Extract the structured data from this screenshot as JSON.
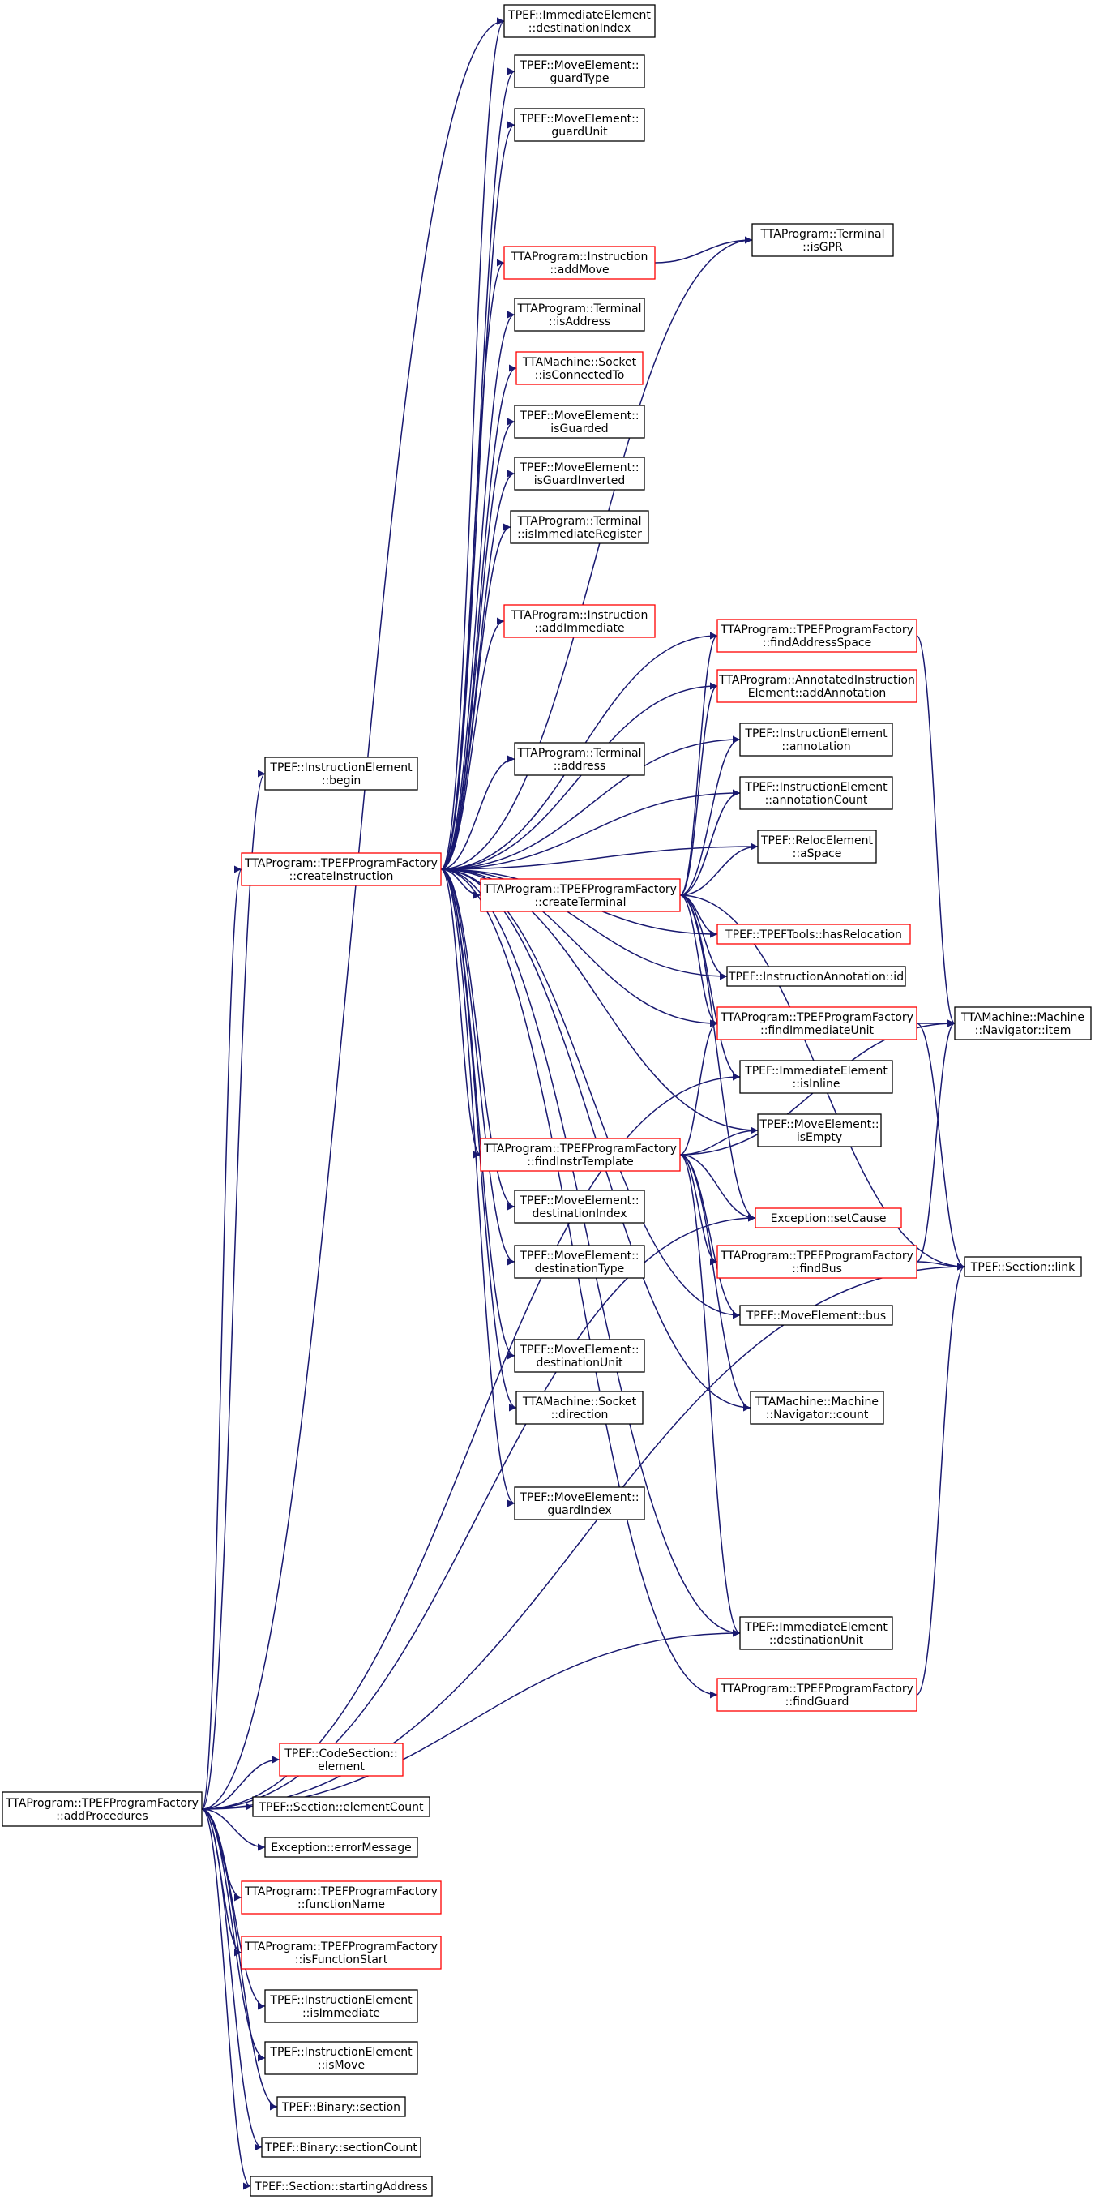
{
  "colors": {
    "edge": "#191970",
    "box_black": "#000000",
    "box_red": "#ff0000",
    "root_fill": "#bfbfbf",
    "background": "#ffffff"
  },
  "nodes": {
    "ie_destinationIndex": [
      "TPEF::ImmediateElement",
      "::destinationIndex"
    ],
    "me_guardType": [
      "TPEF::MoveElement::",
      "guardType"
    ],
    "me_guardUnit": [
      "TPEF::MoveElement::",
      "guardUnit"
    ],
    "term_isGPR": [
      "TTAProgram::Terminal",
      "::isGPR"
    ],
    "inst_addMove": [
      "TTAProgram::Instruction",
      "::addMove"
    ],
    "term_isAddress": [
      "TTAProgram::Terminal",
      "::isAddress"
    ],
    "sock_isConnectedTo": [
      "TTAMachine::Socket",
      "::isConnectedTo"
    ],
    "me_isGuarded": [
      "TPEF::MoveElement::",
      "isGuarded"
    ],
    "me_isGuardInverted": [
      "TPEF::MoveElement::",
      "isGuardInverted"
    ],
    "term_isImmediateRegister": [
      "TTAProgram::Terminal",
      "::isImmediateRegister"
    ],
    "inst_addImmediate": [
      "TTAProgram::Instruction",
      "::addImmediate"
    ],
    "fac_findAddressSpace": [
      "TTAProgram::TPEFProgramFactory",
      "::findAddressSpace"
    ],
    "ann_addAnnotation": [
      "TTAProgram::AnnotatedInstruction",
      "Element::addAnnotation"
    ],
    "insel_begin": [
      "TPEF::InstructionElement",
      "::begin"
    ],
    "insel_annotation": [
      "TPEF::InstructionElement",
      "::annotation"
    ],
    "term_address": [
      "TTAProgram::Terminal",
      "::address"
    ],
    "insel_annotationCount": [
      "TPEF::InstructionElement",
      "::annotationCount"
    ],
    "reloc_aSpace": [
      "TPEF::RelocElement",
      "::aSpace"
    ],
    "fac_createInstruction": [
      "TTAProgram::TPEFProgramFactory",
      "::createInstruction"
    ],
    "fac_createTerminal": [
      "TTAProgram::TPEFProgramFactory",
      "::createTerminal"
    ],
    "tools_hasRelocation": [
      "TPEF::TPEFTools::hasRelocation"
    ],
    "insann_id": [
      "TPEF::InstructionAnnotation::id"
    ],
    "fac_findImmediateUnit": [
      "TTAProgram::TPEFProgramFactory",
      "::findImmediateUnit"
    ],
    "nav_item": [
      "TTAMachine::Machine",
      "::Navigator::item"
    ],
    "ie_isInline": [
      "TPEF::ImmediateElement",
      "::isInline"
    ],
    "me_isEmpty": [
      "TPEF::MoveElement::",
      "isEmpty"
    ],
    "fac_findInstrTemplate": [
      "TTAProgram::TPEFProgramFactory",
      "::findInstrTemplate"
    ],
    "me_destinationIndex": [
      "TPEF::MoveElement::",
      "destinationIndex"
    ],
    "exc_setCause": [
      "Exception::setCause"
    ],
    "fac_findBus": [
      "TTAProgram::TPEFProgramFactory",
      "::findBus"
    ],
    "sec_link": [
      "TPEF::Section::link"
    ],
    "me_destinationType": [
      "TPEF::MoveElement::",
      "destinationType"
    ],
    "me_bus": [
      "TPEF::MoveElement::bus"
    ],
    "me_destinationUnit": [
      "TPEF::MoveElement::",
      "destinationUnit"
    ],
    "sock_direction": [
      "TTAMachine::Socket",
      "::direction"
    ],
    "nav_count": [
      "TTAMachine::Machine",
      "::Navigator::count"
    ],
    "me_guardIndex": [
      "TPEF::MoveElement::",
      "guardIndex"
    ],
    "ie_destinationUnit": [
      "TPEF::ImmediateElement",
      "::destinationUnit"
    ],
    "fac_findGuard": [
      "TTAProgram::TPEFProgramFactory",
      "::findGuard"
    ],
    "cs_element": [
      "TPEF::CodeSection::",
      "element"
    ],
    "root": [
      "TTAProgram::TPEFProgramFactory",
      "::addProcedures"
    ],
    "sec_elementCount": [
      "TPEF::Section::elementCount"
    ],
    "exc_errorMessage": [
      "Exception::errorMessage"
    ],
    "fac_functionName": [
      "TTAProgram::TPEFProgramFactory",
      "::functionName"
    ],
    "fac_isFunctionStart": [
      "TTAProgram::TPEFProgramFactory",
      "::isFunctionStart"
    ],
    "insel_isImmediate": [
      "TPEF::InstructionElement",
      "::isImmediate"
    ],
    "insel_isMove": [
      "TPEF::InstructionElement",
      "::isMove"
    ],
    "bin_section": [
      "TPEF::Binary::section"
    ],
    "bin_sectionCount": [
      "TPEF::Binary::sectionCount"
    ],
    "sec_startingAddress": [
      "TPEF::Section::startingAddress"
    ]
  },
  "edges": [
    [
      "root",
      "insel_begin"
    ],
    [
      "root",
      "fac_createInstruction"
    ],
    [
      "root",
      "cs_element"
    ],
    [
      "root",
      "sec_elementCount"
    ],
    [
      "root",
      "exc_errorMessage"
    ],
    [
      "root",
      "fac_functionName"
    ],
    [
      "root",
      "fac_isFunctionStart"
    ],
    [
      "root",
      "insel_isImmediate"
    ],
    [
      "root",
      "insel_isMove"
    ],
    [
      "root",
      "bin_section"
    ],
    [
      "root",
      "bin_sectionCount"
    ],
    [
      "root",
      "sec_startingAddress"
    ],
    [
      "root",
      "ie_destinationIndex"
    ],
    [
      "root",
      "sec_link"
    ],
    [
      "root",
      "ie_destinationUnit"
    ],
    [
      "root",
      "ie_isInline"
    ],
    [
      "root",
      "exc_setCause"
    ],
    [
      "fac_createInstruction",
      "ie_destinationIndex"
    ],
    [
      "fac_createInstruction",
      "me_guardType"
    ],
    [
      "fac_createInstruction",
      "me_guardUnit"
    ],
    [
      "fac_createInstruction",
      "term_isGPR"
    ],
    [
      "fac_createInstruction",
      "inst_addMove"
    ],
    [
      "fac_createInstruction",
      "term_isAddress"
    ],
    [
      "fac_createInstruction",
      "sock_isConnectedTo"
    ],
    [
      "fac_createInstruction",
      "me_isGuarded"
    ],
    [
      "fac_createInstruction",
      "me_isGuardInverted"
    ],
    [
      "fac_createInstruction",
      "term_isImmediateRegister"
    ],
    [
      "fac_createInstruction",
      "inst_addImmediate"
    ],
    [
      "fac_createInstruction",
      "fac_findAddressSpace"
    ],
    [
      "fac_createInstruction",
      "ann_addAnnotation"
    ],
    [
      "fac_createInstruction",
      "insel_annotation"
    ],
    [
      "fac_createInstruction",
      "term_address"
    ],
    [
      "fac_createInstruction",
      "insel_annotationCount"
    ],
    [
      "fac_createInstruction",
      "reloc_aSpace"
    ],
    [
      "fac_createInstruction",
      "fac_createTerminal"
    ],
    [
      "fac_createInstruction",
      "tools_hasRelocation"
    ],
    [
      "fac_createInstruction",
      "insann_id"
    ],
    [
      "fac_createInstruction",
      "fac_findImmediateUnit"
    ],
    [
      "fac_createInstruction",
      "me_isEmpty"
    ],
    [
      "fac_createInstruction",
      "fac_findInstrTemplate"
    ],
    [
      "fac_createInstruction",
      "me_destinationIndex"
    ],
    [
      "fac_createInstruction",
      "me_destinationType"
    ],
    [
      "fac_createInstruction",
      "me_bus"
    ],
    [
      "fac_createInstruction",
      "me_destinationUnit"
    ],
    [
      "fac_createInstruction",
      "sock_direction"
    ],
    [
      "fac_createInstruction",
      "nav_count"
    ],
    [
      "fac_createInstruction",
      "me_guardIndex"
    ],
    [
      "fac_createInstruction",
      "ie_destinationUnit"
    ],
    [
      "fac_createInstruction",
      "fac_findGuard"
    ],
    [
      "inst_addMove",
      "term_isGPR"
    ],
    [
      "fac_createTerminal",
      "fac_findAddressSpace"
    ],
    [
      "fac_createTerminal",
      "ann_addAnnotation"
    ],
    [
      "fac_createTerminal",
      "insel_annotation"
    ],
    [
      "fac_createTerminal",
      "insel_annotationCount"
    ],
    [
      "fac_createTerminal",
      "reloc_aSpace"
    ],
    [
      "fac_createTerminal",
      "tools_hasRelocation"
    ],
    [
      "fac_createTerminal",
      "insann_id"
    ],
    [
      "fac_createTerminal",
      "fac_findImmediateUnit"
    ],
    [
      "fac_createTerminal",
      "ie_isInline"
    ],
    [
      "fac_createTerminal",
      "exc_setCause"
    ],
    [
      "fac_createTerminal",
      "sec_link"
    ],
    [
      "fac_findAddressSpace",
      "nav_item"
    ],
    [
      "fac_findImmediateUnit",
      "nav_item"
    ],
    [
      "fac_findImmediateUnit",
      "sec_link"
    ],
    [
      "fac_findInstrTemplate",
      "fac_findImmediateUnit"
    ],
    [
      "fac_findInstrTemplate",
      "me_isEmpty"
    ],
    [
      "fac_findInstrTemplate",
      "nav_item"
    ],
    [
      "fac_findInstrTemplate",
      "exc_setCause"
    ],
    [
      "fac_findInstrTemplate",
      "fac_findBus"
    ],
    [
      "fac_findInstrTemplate",
      "me_bus"
    ],
    [
      "fac_findInstrTemplate",
      "nav_count"
    ],
    [
      "fac_findInstrTemplate",
      "ie_destinationUnit"
    ],
    [
      "fac_findBus",
      "nav_item"
    ],
    [
      "fac_findBus",
      "sec_link"
    ],
    [
      "fac_findGuard",
      "sec_link"
    ]
  ]
}
